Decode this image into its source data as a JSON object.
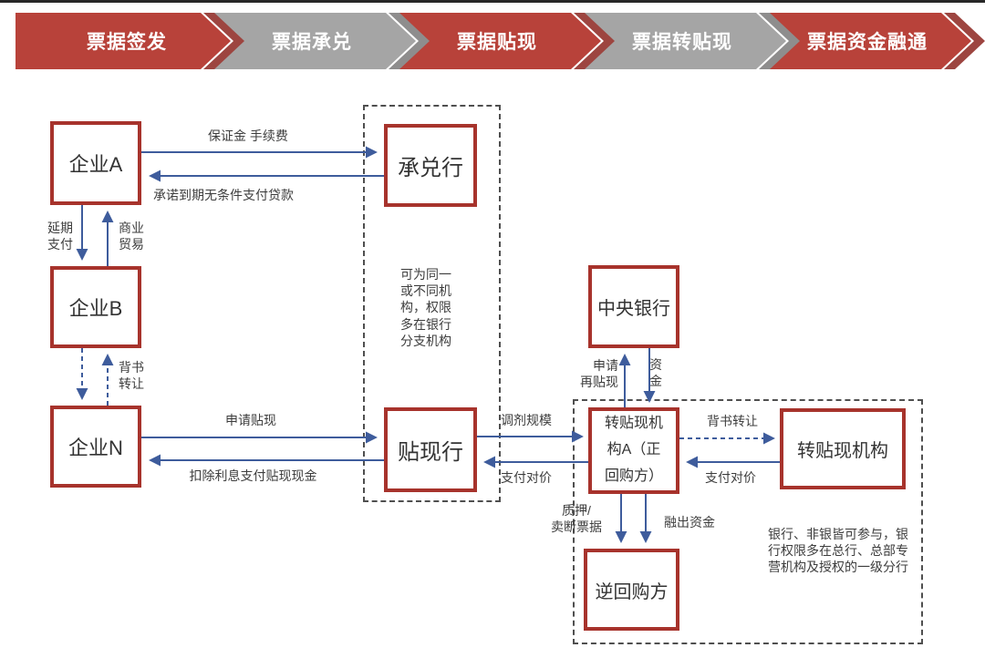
{
  "header": {
    "steps": [
      {
        "label": "票据签发",
        "color": "red"
      },
      {
        "label": "票据承兑",
        "color": "gray"
      },
      {
        "label": "票据贴现",
        "color": "red"
      },
      {
        "label": "票据转贴现",
        "color": "gray"
      },
      {
        "label": "票据资金融通",
        "color": "red"
      }
    ],
    "colors": {
      "red": "#b8423a",
      "red_shadow": "#9d4540",
      "gray": "#a5a5a5",
      "gray_shadow": "#8e8d8d"
    }
  },
  "nodes": {
    "qiyeA": {
      "label": "企业A"
    },
    "qiyeB": {
      "label": "企业B"
    },
    "qiyeN": {
      "label": "企业N"
    },
    "chengduihang": {
      "label": "承兑行"
    },
    "tiexianhang": {
      "label": "贴现行"
    },
    "zhongyangyinhang": {
      "label": "中央银行"
    },
    "zhuantiexianA": {
      "label": "转贴现机构A（正回购方）",
      "display": "转贴现机\n构A（正\n回购方）"
    },
    "zhuantiexianjigou": {
      "label": "转贴现机构"
    },
    "nihuigoufang": {
      "label": "逆回购方"
    }
  },
  "edge_labels": {
    "baozhengjin": "保证金 手续费",
    "chengnuo": "承诺到期无条件支付贷款",
    "yanqizhifu": "延期\n支付",
    "shangyemaoyi": "商业\n贸易",
    "beishuzhuanrang_bn": "背书\n转让",
    "shenqingtiexian": "申请贴现",
    "kouchulixi": "扣除利息支付贴现现金",
    "tiaojiguimo": "调剂规模",
    "zhifuduijia_left": "支付对价",
    "shenqingzaitiexian": "申请\n再贴现",
    "zijin": "资\n金",
    "beishuzhuanrang_right": "背书转让",
    "zhifuduijia_right": "支付对价",
    "zhiyamaiduan": "质押/\n卖断票据",
    "rongchuzijin": "融出资金"
  },
  "notes": {
    "mid": "可为同一\n或不同机\n构，权限\n多在银行\n分支机构",
    "right": "银行、非银皆可参与，银\n行权限多在总行、总部专\n营机构及授权的一级分行"
  },
  "style": {
    "node_border": "#a7332c",
    "arrow_color": "#3e5c9c",
    "dashed_border": "#4f4f4f"
  }
}
